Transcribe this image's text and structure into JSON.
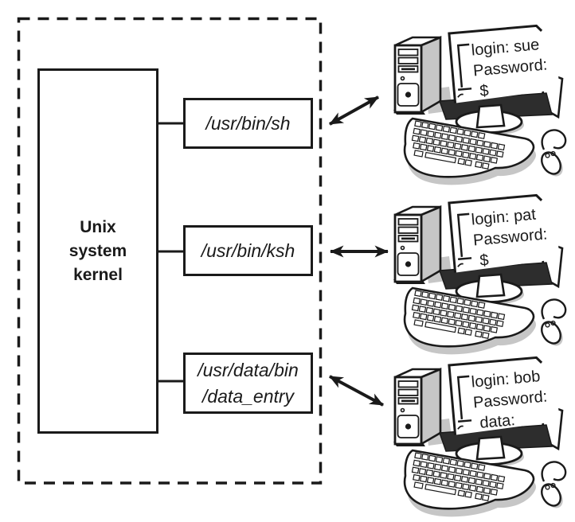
{
  "kernel": {
    "lines": [
      "Unix",
      "system",
      "kernel"
    ]
  },
  "shells": [
    {
      "lines": [
        "/usr/bin/sh"
      ]
    },
    {
      "lines": [
        "/usr/bin/ksh"
      ]
    },
    {
      "lines": [
        "/usr/data/bin",
        "/data_entry"
      ]
    }
  ],
  "terminals": [
    {
      "screen": {
        "lines": [
          "login: sue",
          "Password:",
          "$"
        ]
      }
    },
    {
      "screen": {
        "lines": [
          "login: pat",
          "Password:",
          "$"
        ]
      }
    },
    {
      "screen": {
        "lines": [
          "login: bob",
          "Password:",
          "data:"
        ]
      }
    }
  ],
  "colors": {
    "ink": "#1a1a1a",
    "side_gray": "#c6c6c6",
    "bezel_dark": "#2d2d2d",
    "background": "#ffffff"
  }
}
